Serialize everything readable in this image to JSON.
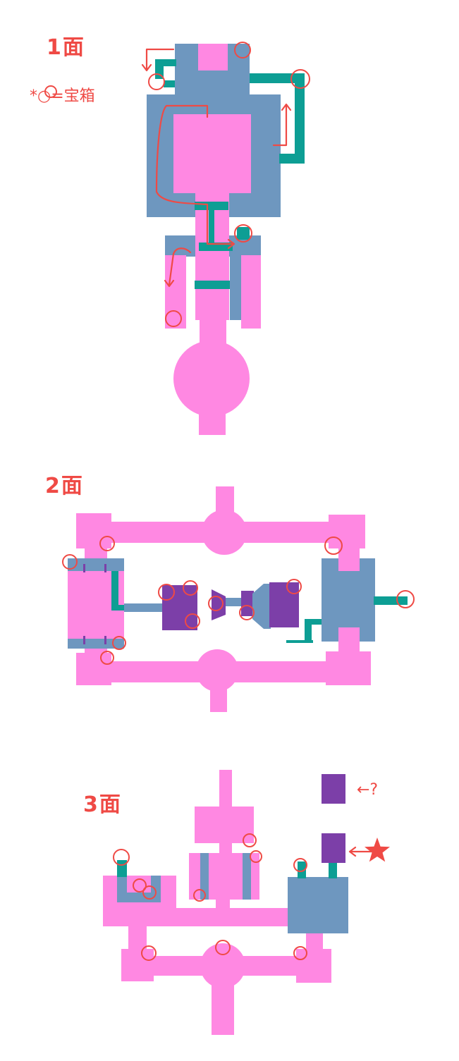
{
  "floors": [
    {
      "label": "1面"
    },
    {
      "label": "2面"
    },
    {
      "label": "3面"
    }
  ],
  "legend": {
    "text": "*○=宝箱"
  },
  "annotations": {
    "question": "←?",
    "star_arrow": "←"
  },
  "colors": {
    "room": "#ff88e2",
    "wall": "#6e97bf",
    "pipe": "#0d9e94",
    "block": "#7c3fa8",
    "marker": "#ef4a45"
  }
}
